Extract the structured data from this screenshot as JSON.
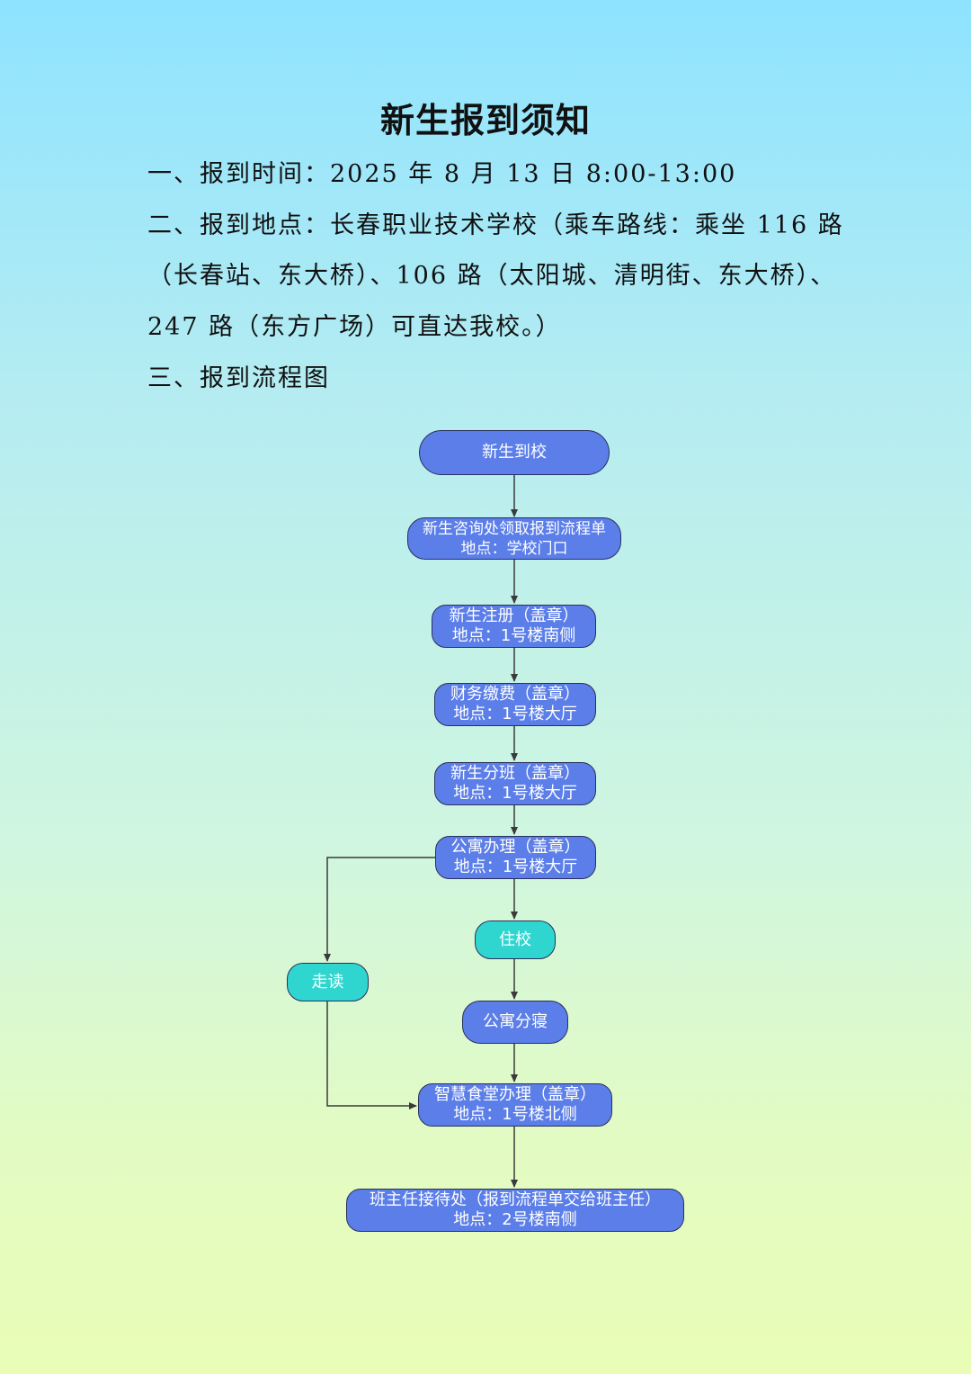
{
  "title": "新生报到须知",
  "lines": [
    "一、报到时间：2025 年 8 月 13 日 8:00-13:00",
    "二、报到地点：长春职业技术学校（乘车路线：乘坐 116 路",
    "（长春站、东大桥）、106 路（太阳城、清明街、东大桥）、",
    "247 路（东方广场）可直达我校。）",
    "三、报到流程图"
  ],
  "flow": {
    "start": "新生到校",
    "consult": {
      "line1": "新生咨询处领取报到流程单",
      "line2": "地点：学校门口"
    },
    "register": {
      "line1": "新生注册（盖章）",
      "line2": "地点：1号楼南侧"
    },
    "finance": {
      "line1": "财务缴费（盖章）",
      "line2": "地点：1号楼大厅"
    },
    "class": {
      "line1": "新生分班（盖章）",
      "line2": "地点：1号楼大厅"
    },
    "dorm": {
      "line1": "公寓办理（盖章）",
      "line2": "地点：1号楼大厅"
    },
    "boarding": "住校",
    "day": "走读",
    "room": "公寓分寝",
    "canteen": {
      "line1": "智慧食堂办理（盖章）",
      "line2": "地点：1号楼北侧"
    },
    "teacher": {
      "line1": "班主任接待处（报到流程单交给班主任）",
      "line2": "地点：2号楼南侧"
    }
  },
  "colors": {
    "node_blue": "#5b7ee9",
    "node_teal": "#2fd6d0",
    "border": "#2b2f5c"
  }
}
